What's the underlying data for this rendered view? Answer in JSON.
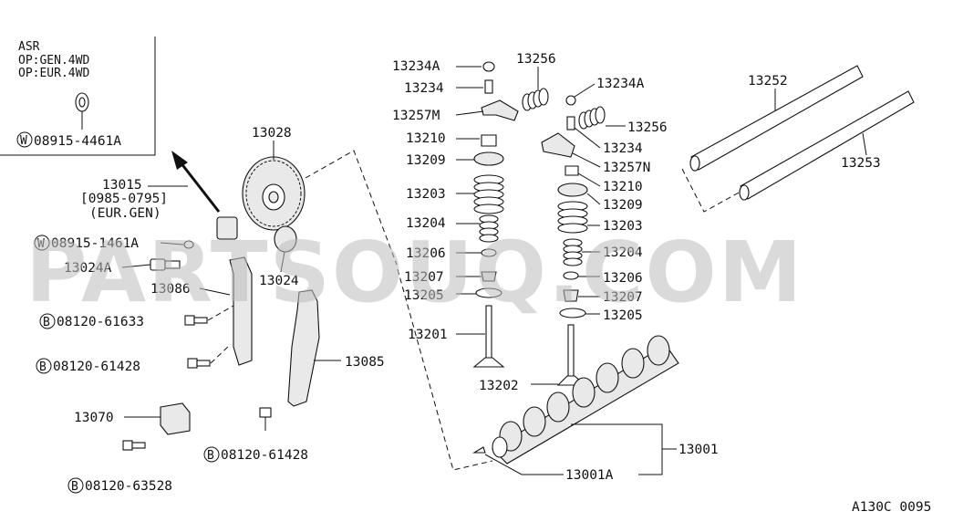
{
  "inset": {
    "title": "ASR",
    "line1": "OP:GEN.4WD",
    "line2": "OP:EUR.4WD",
    "washer_prefix": "W",
    "washer_part": "08915-4461A"
  },
  "labels": {
    "p13028": "13028",
    "p13015": "13015",
    "p13015_range": "[0985-0795]",
    "p13015_market": "(EUR.GEN)",
    "w08915_1461a": "08915-1461A",
    "p13024a": "13024A",
    "p13024": "13024",
    "p13086": "13086",
    "b08120_61633": "08120-61633",
    "b08120_61428_a": "08120-61428",
    "p13085": "13085",
    "b08120_61428_b": "08120-61428",
    "p13070": "13070",
    "b08120_63528": "08120-63528",
    "p13234a_a": "13234A",
    "p13234_a": "13234",
    "p13257m": "13257M",
    "p13210_a": "13210",
    "p13209_a": "13209",
    "p13203_a": "13203",
    "p13204_a": "13204",
    "p13206_a": "13206",
    "p13207_a": "13207",
    "p13205_a": "13205",
    "p13201": "13201",
    "p13256_a": "13256",
    "p13234a_b": "13234A",
    "p13256_b": "13256",
    "p13234_b": "13234",
    "p13257n": "13257N",
    "p13210_b": "13210",
    "p13209_b": "13209",
    "p13203_b": "13203",
    "p13204_b": "13204",
    "p13206_b": "13206",
    "p13207_b": "13207",
    "p13205_b": "13205",
    "p13202": "13202",
    "p13252": "13252",
    "p13253": "13253",
    "p13001": "13001",
    "p13001a": "13001A"
  },
  "prefix": {
    "w": "W",
    "b": "B"
  },
  "watermark": "PARTSOUQ.COM",
  "diagram_code": "A130C 0095"
}
